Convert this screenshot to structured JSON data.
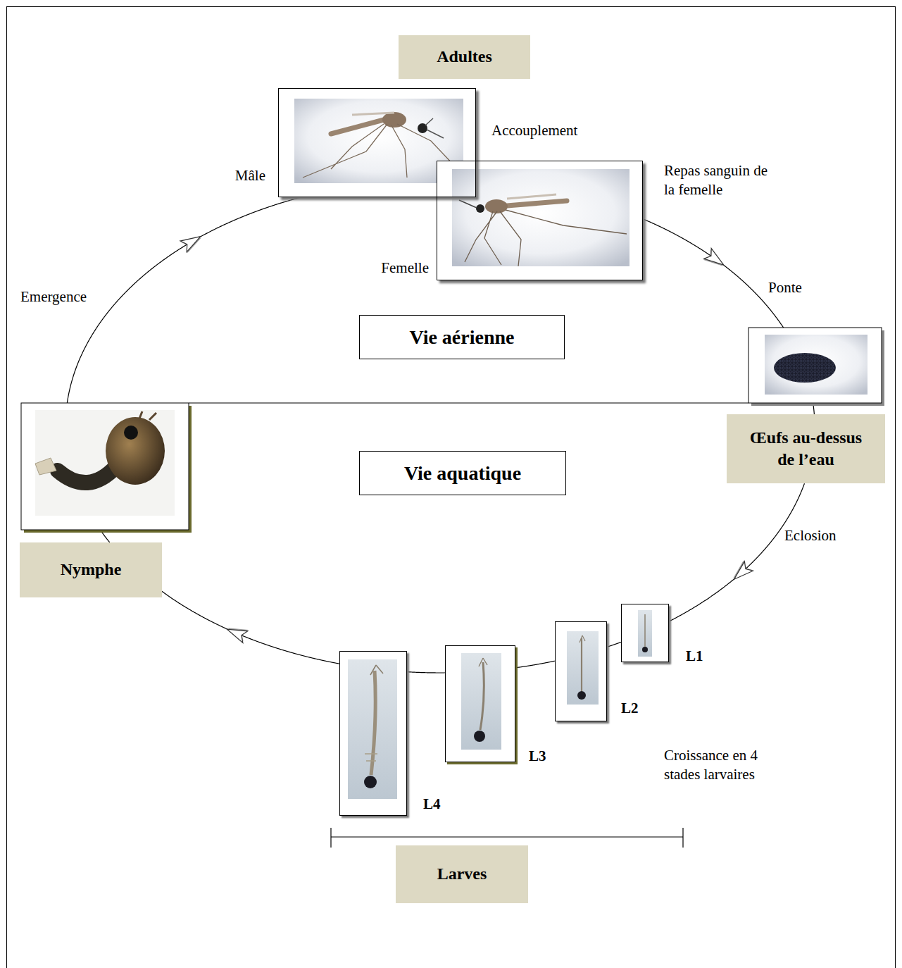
{
  "diagram": {
    "nodes": [
      {
        "text": [
          "Adultes"
        ]
      },
      {
        "text": [
          "Mâle"
        ]
      },
      {
        "text": [
          "Femelle"
        ]
      },
      {
        "text": [
          "Vie aérienne"
        ]
      },
      {
        "text": [
          "Œufs au-dessus de l’eau"
        ]
      },
      {
        "text": [
          "Vie aquatique"
        ]
      },
      {
        "text": [
          "Nymphe"
        ]
      },
      {
        "text": [
          "L1"
        ]
      },
      {
        "text": [
          "L2"
        ]
      },
      {
        "text": [
          "L3"
        ]
      },
      {
        "text": [
          "L4"
        ]
      },
      {
        "text": [
          "Larves"
        ]
      }
    ],
    "edges": [
      {
        "from": 2,
        "to": 4,
        "arrow": "to",
        "label": "Ponte"
      },
      {
        "from": 4,
        "to": 7,
        "arrow": "to",
        "label": "Eclosion"
      },
      {
        "from": 7,
        "to": 8,
        "arrow": "none"
      },
      {
        "from": 8,
        "to": 9,
        "arrow": "none"
      },
      {
        "from": 9,
        "to": 10,
        "arrow": "none"
      },
      {
        "from": 10,
        "to": 6,
        "arrow": "to"
      },
      {
        "from": 6,
        "to": 1,
        "arrow": "to",
        "label": "Emergence"
      }
    ],
    "labels": [
      "Accouplement",
      "Repas sanguin de la femelle",
      "Croissance en 4 stades larvaires"
    ]
  }
}
